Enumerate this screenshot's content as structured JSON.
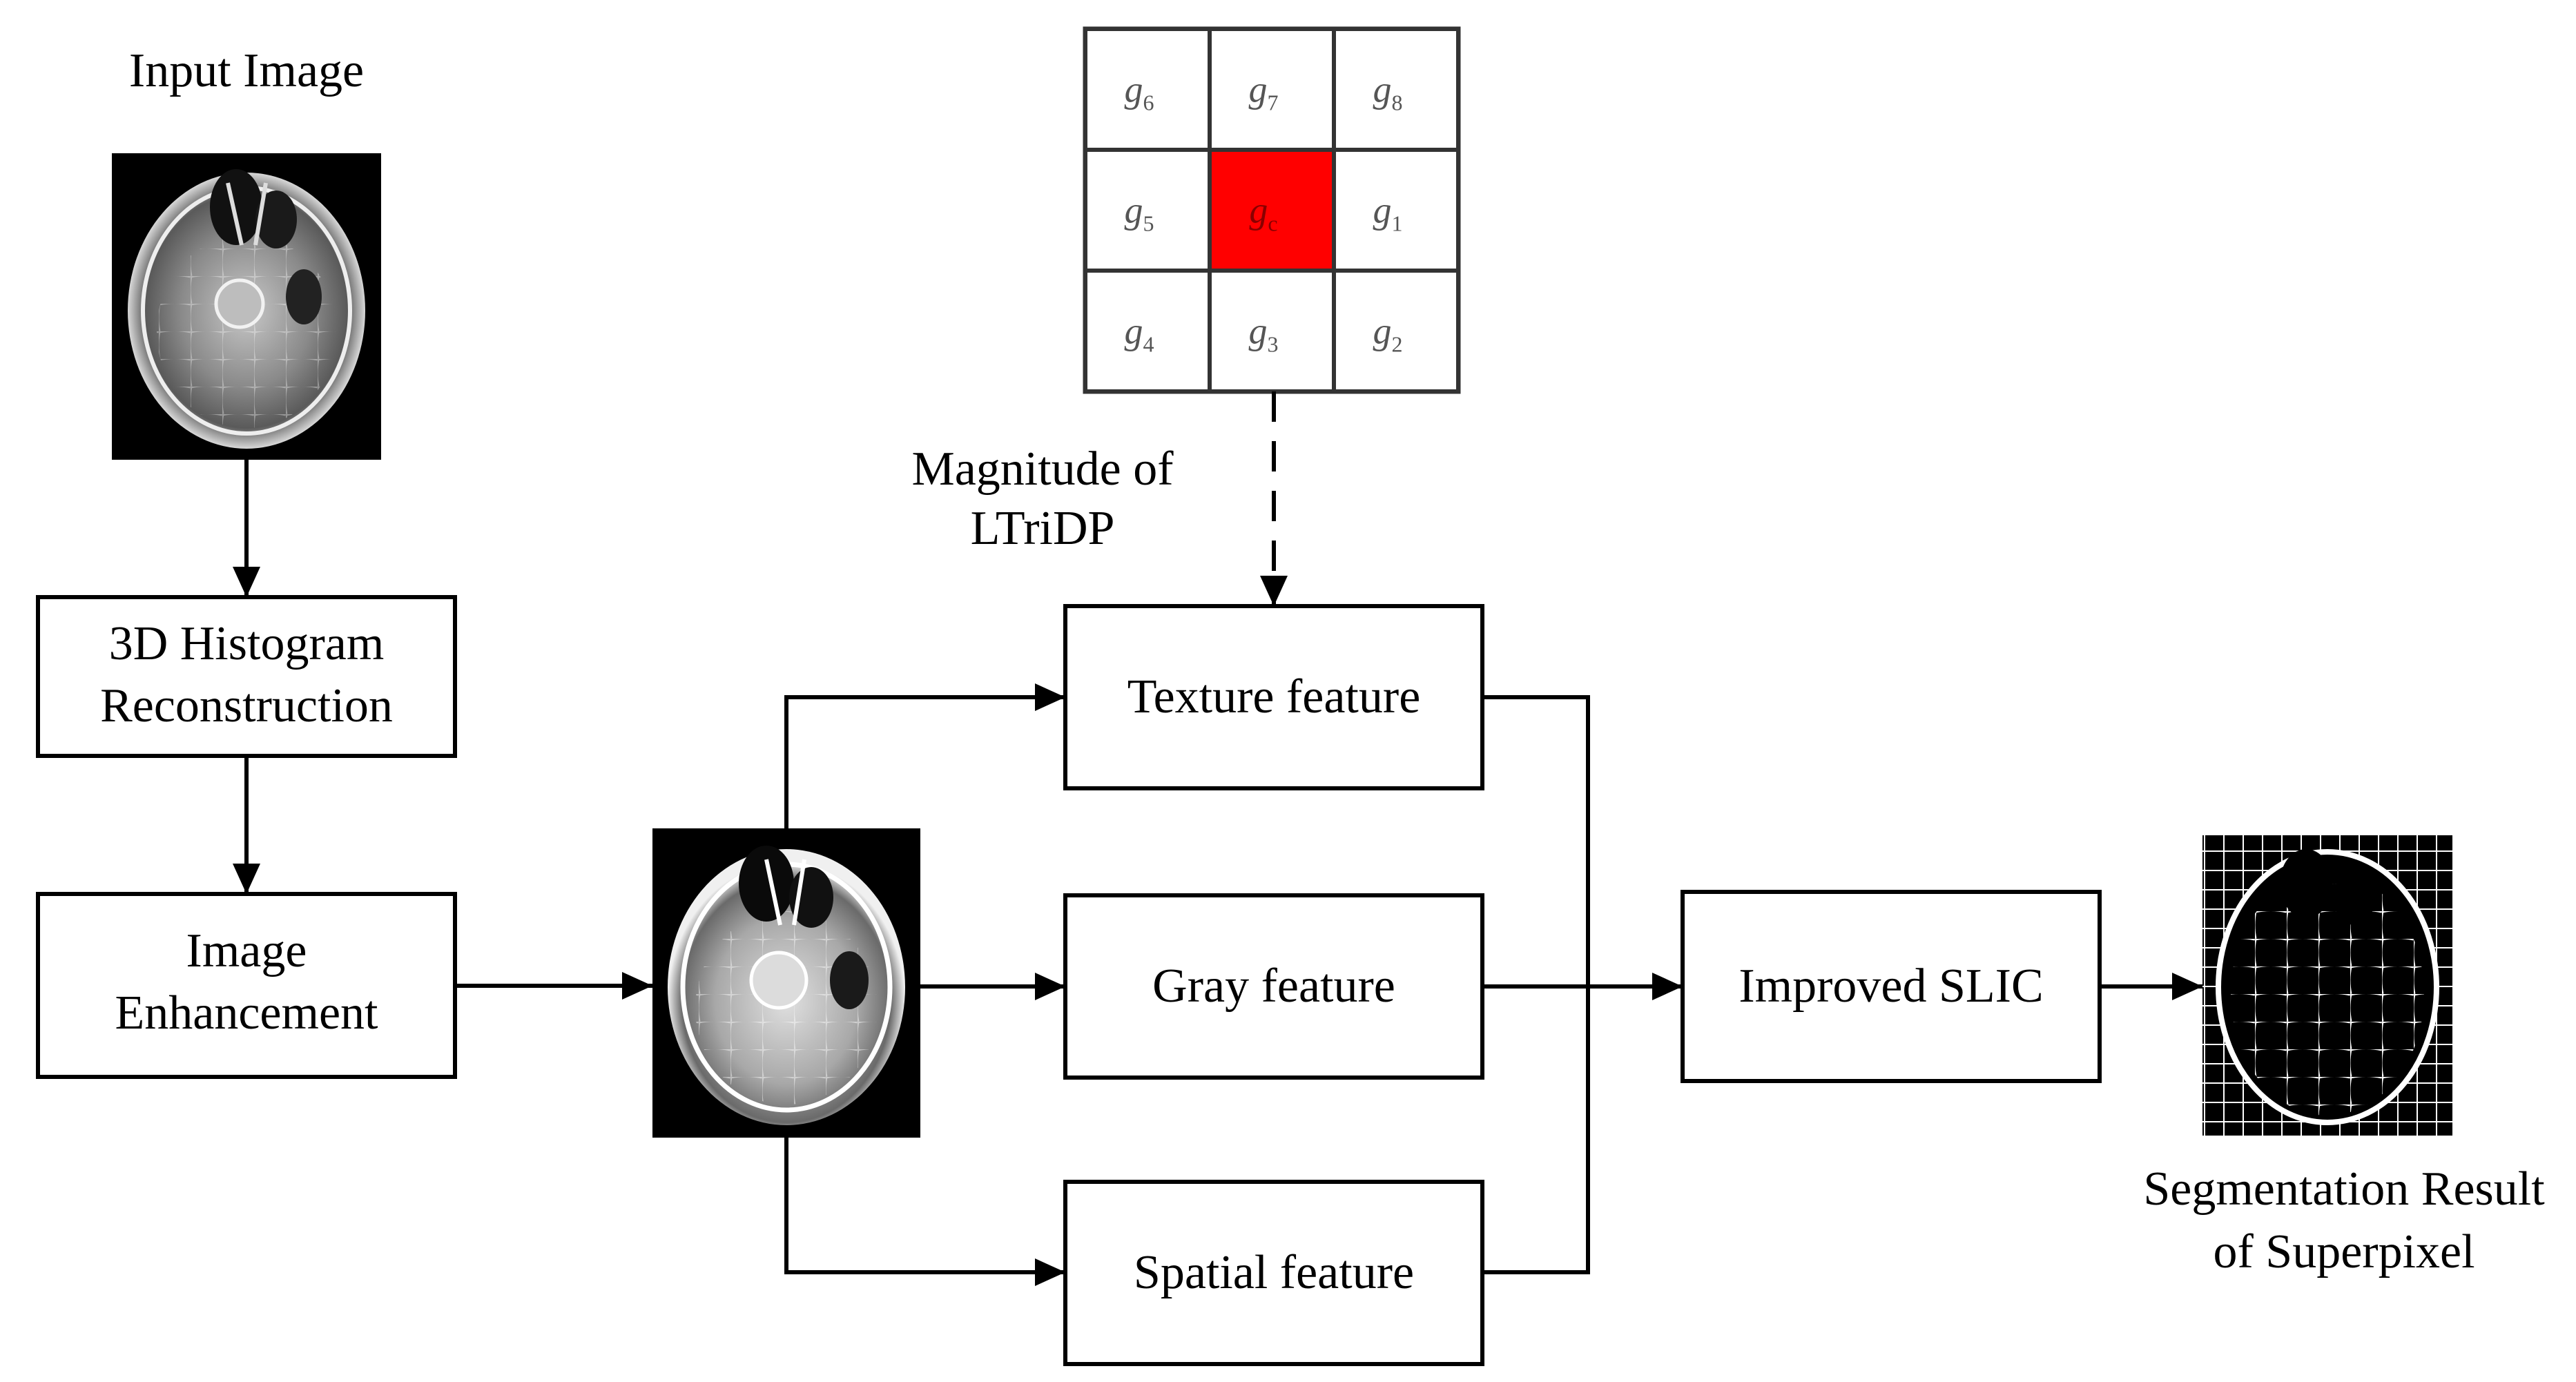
{
  "labels": {
    "input_image": "Input Image",
    "magnitude_line1": "Magnitude of",
    "magnitude_line2": "LTriDP",
    "result_line1": "Segmentation Result",
    "result_line2": "of Superpixel"
  },
  "boxes": {
    "histogram_line1": "3D Histogram",
    "histogram_line2": "Reconstruction",
    "enhancement_line1": "Image",
    "enhancement_line2": "Enhancement",
    "texture": "Texture feature",
    "gray": "Gray feature",
    "spatial": "Spatial feature",
    "slic": "Improved SLIC"
  },
  "grid": {
    "cells": [
      {
        "id": "g6",
        "base": "g",
        "sub": "6",
        "highlighted": false
      },
      {
        "id": "g7",
        "base": "g",
        "sub": "7",
        "highlighted": false
      },
      {
        "id": "g8",
        "base": "g",
        "sub": "8",
        "highlighted": false
      },
      {
        "id": "g5",
        "base": "g",
        "sub": "5",
        "highlighted": false
      },
      {
        "id": "gc",
        "base": "g",
        "sub": "c",
        "highlighted": true
      },
      {
        "id": "g1",
        "base": "g",
        "sub": "1",
        "highlighted": false
      },
      {
        "id": "g4",
        "base": "g",
        "sub": "4",
        "highlighted": false
      },
      {
        "id": "g3",
        "base": "g",
        "sub": "3",
        "highlighted": false
      },
      {
        "id": "g2",
        "base": "g",
        "sub": "2",
        "highlighted": false
      }
    ]
  },
  "colors": {
    "line": "#000000",
    "highlight": "#ff0000",
    "image_background": "#000000"
  }
}
